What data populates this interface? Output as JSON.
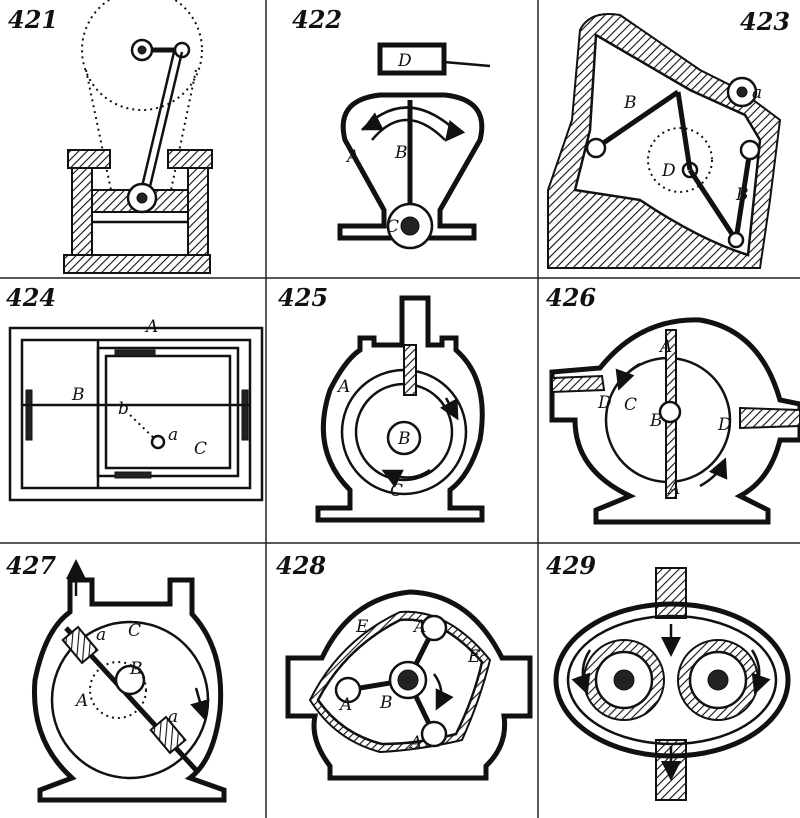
{
  "figures": [
    {
      "number": "421",
      "labels": []
    },
    {
      "number": "422",
      "labels": [
        "D",
        "A",
        "B",
        "C"
      ]
    },
    {
      "number": "423",
      "labels": [
        "B",
        "a",
        "D",
        "B"
      ]
    },
    {
      "number": "424",
      "labels": [
        "A",
        "B",
        "b",
        "a",
        "C"
      ]
    },
    {
      "number": "425",
      "labels": [
        "A",
        "B",
        "C"
      ]
    },
    {
      "number": "426",
      "labels": [
        "A",
        "D",
        "C",
        "B",
        "D",
        "A"
      ]
    },
    {
      "number": "427",
      "labels": [
        "a",
        "C",
        "B",
        "A",
        "a"
      ]
    },
    {
      "number": "428",
      "labels": [
        "E",
        "A",
        "E",
        "A",
        "B",
        "A"
      ]
    },
    {
      "number": "429",
      "labels": []
    }
  ]
}
